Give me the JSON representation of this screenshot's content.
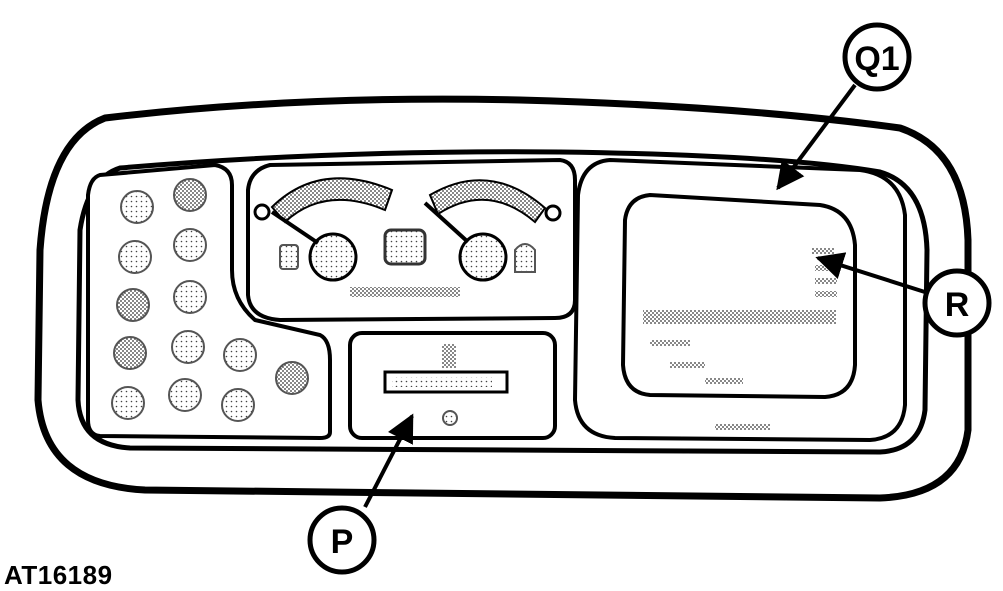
{
  "figure": {
    "id_label": "AT16189"
  },
  "callouts": {
    "q1": "Q1",
    "r": "R",
    "p": "P"
  },
  "colors": {
    "stroke": "#000000",
    "fill": "#ffffff",
    "stipple": "#555555"
  }
}
